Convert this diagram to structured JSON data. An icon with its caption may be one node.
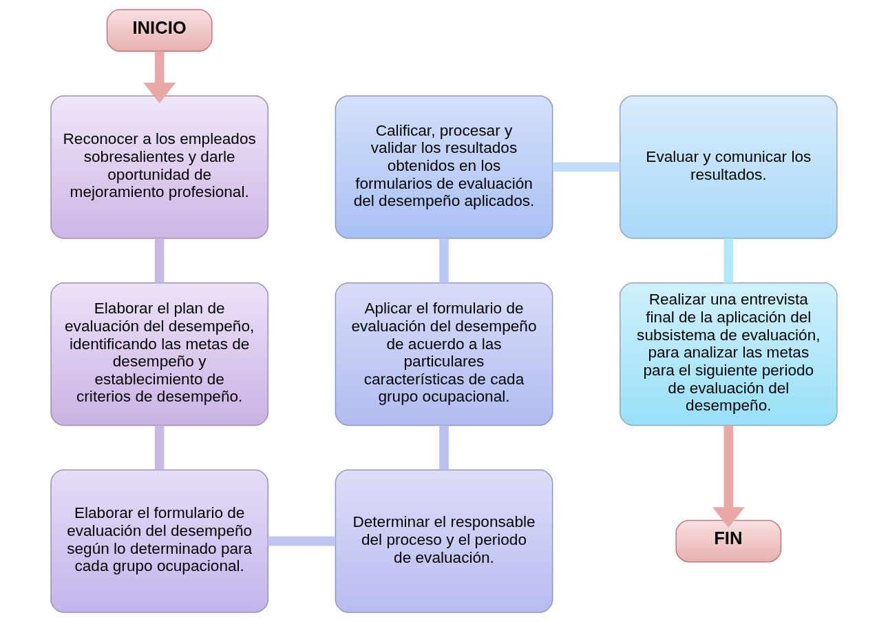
{
  "diagram": {
    "nodes": [
      {
        "text": [
          "INICIO"
        ]
      },
      {
        "text": [
          "Reconocer a los empleados sobresalientes y darle oportunidad de mejoramiento profesional."
        ]
      },
      {
        "text": [
          "Elaborar el plan de evaluación del desempeño, identificando las metas de desempeño y establecimiento de criterios de desempeño."
        ]
      },
      {
        "text": [
          "Elaborar el formulario de evaluación del desempeño según lo determinado para cada grupo ocupacional."
        ]
      },
      {
        "text": [
          "Determinar el responsable del proceso y el periodo de evaluación."
        ]
      },
      {
        "text": [
          "Aplicar el formulario de evaluación del desempeño de acuerdo a las particulares características de cada grupo ocupacional."
        ]
      },
      {
        "text": [
          "Calificar, procesar y validar los resultados obtenidos en los formularios de evaluación del desempeño aplicados."
        ]
      },
      {
        "text": [
          "Evaluar y comunicar los resultados."
        ]
      },
      {
        "text": [
          "Realizar una entrevista final de la aplicación del subsistema de evaluación, para analizar las metas para el siguiente periodo de evaluación del desempeño."
        ]
      },
      {
        "text": [
          "FIN"
        ]
      }
    ],
    "edges": [
      {
        "from": 0,
        "to": 1,
        "arrow": "to",
        "color": "#e8a8a8"
      },
      {
        "from": 1,
        "to": 2,
        "arrow": "none",
        "color": "#c8b8e8"
      },
      {
        "from": 2,
        "to": 3,
        "arrow": "none",
        "color": "#c8b8e8"
      },
      {
        "from": 3,
        "to": 4,
        "arrow": "none",
        "color": "#c0c4f0"
      },
      {
        "from": 4,
        "to": 5,
        "arrow": "none",
        "color": "#b8c0f0"
      },
      {
        "from": 5,
        "to": 6,
        "arrow": "none",
        "color": "#b8c8f4"
      },
      {
        "from": 6,
        "to": 7,
        "arrow": "none",
        "color": "#c0dcf8"
      },
      {
        "from": 7,
        "to": 8,
        "arrow": "none",
        "color": "#b0e8f8"
      },
      {
        "from": 8,
        "to": 9,
        "arrow": "to",
        "color": "#e8a8a8"
      }
    ]
  }
}
